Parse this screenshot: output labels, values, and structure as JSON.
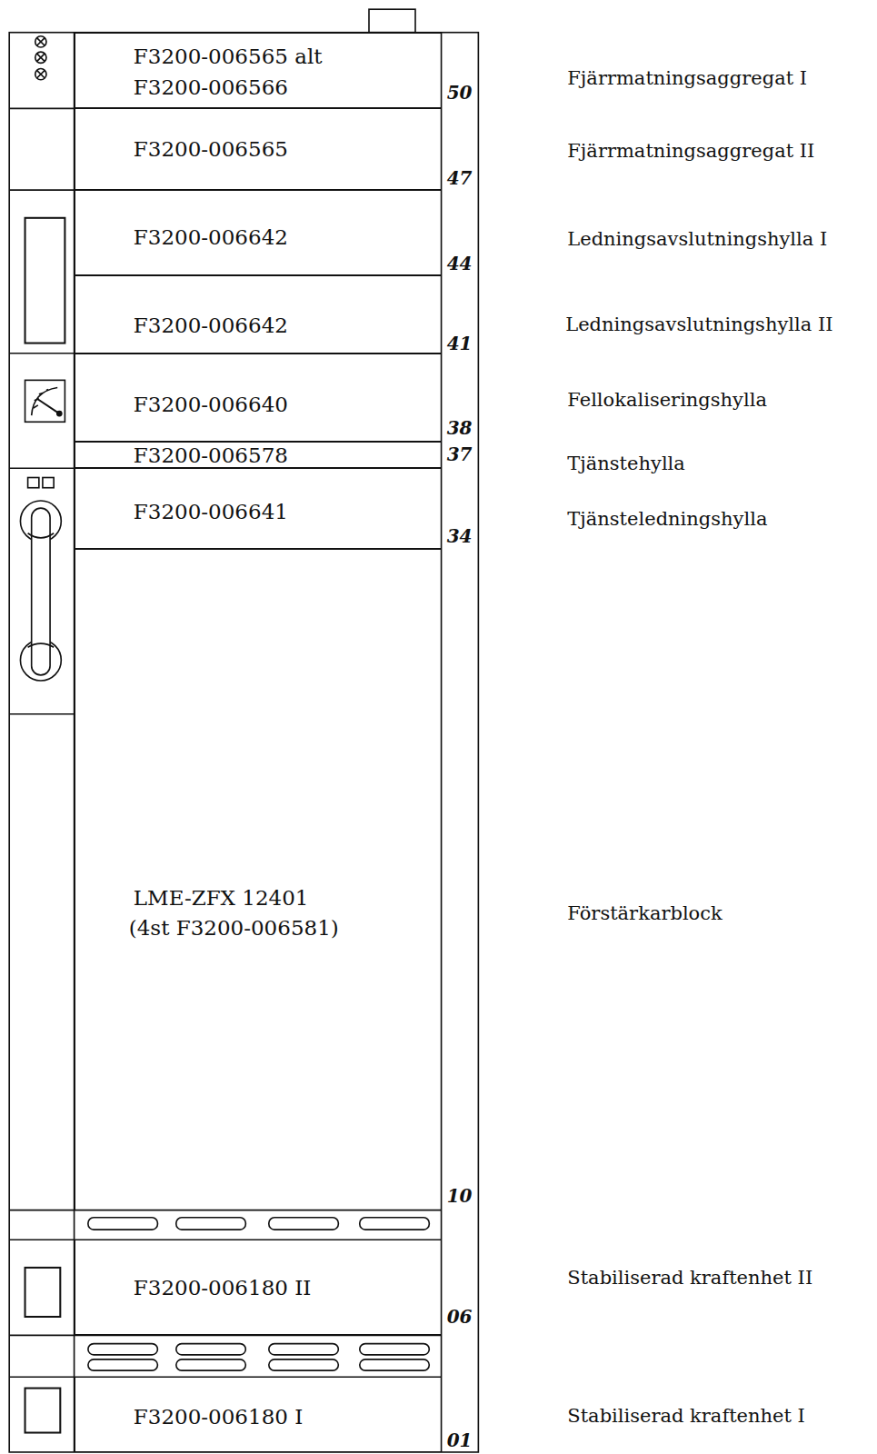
{
  "diagram": {
    "nodes": [
      {
        "text": [
          "F3200-006565 alt",
          "F3200-006566"
        ]
      },
      {
        "text": [
          "F3200-006565"
        ]
      },
      {
        "text": [
          "F3200-006642"
        ]
      },
      {
        "text": [
          "F3200-006642"
        ]
      },
      {
        "text": [
          "F3200-006640"
        ]
      },
      {
        "text": [
          "F3200-006578"
        ]
      },
      {
        "text": [
          "F3200-006641"
        ]
      },
      {
        "text": [
          "LME-ZFX 12401",
          "(4st F3200-006581)"
        ]
      },
      {
        "text": [
          "F3200-006180 II"
        ]
      },
      {
        "text": [
          "F3200-006180 I"
        ]
      }
    ],
    "labels": [
      "50",
      "Fjärrmatningsaggregat I",
      "47",
      "Fjärrmatningsaggregat II",
      "44",
      "Ledningsavslutningshylla I",
      "41",
      "Ledningsavslutningshylla II",
      "38",
      "Fellokaliseringshylla",
      "37",
      "Tjänstehylla",
      "34",
      "Tjänsteledningshylla",
      "Förstärkarblock",
      "10",
      "06",
      "Stabiliserad kraftenhet II",
      "01",
      "Stabiliserad kraftenhet I"
    ]
  }
}
